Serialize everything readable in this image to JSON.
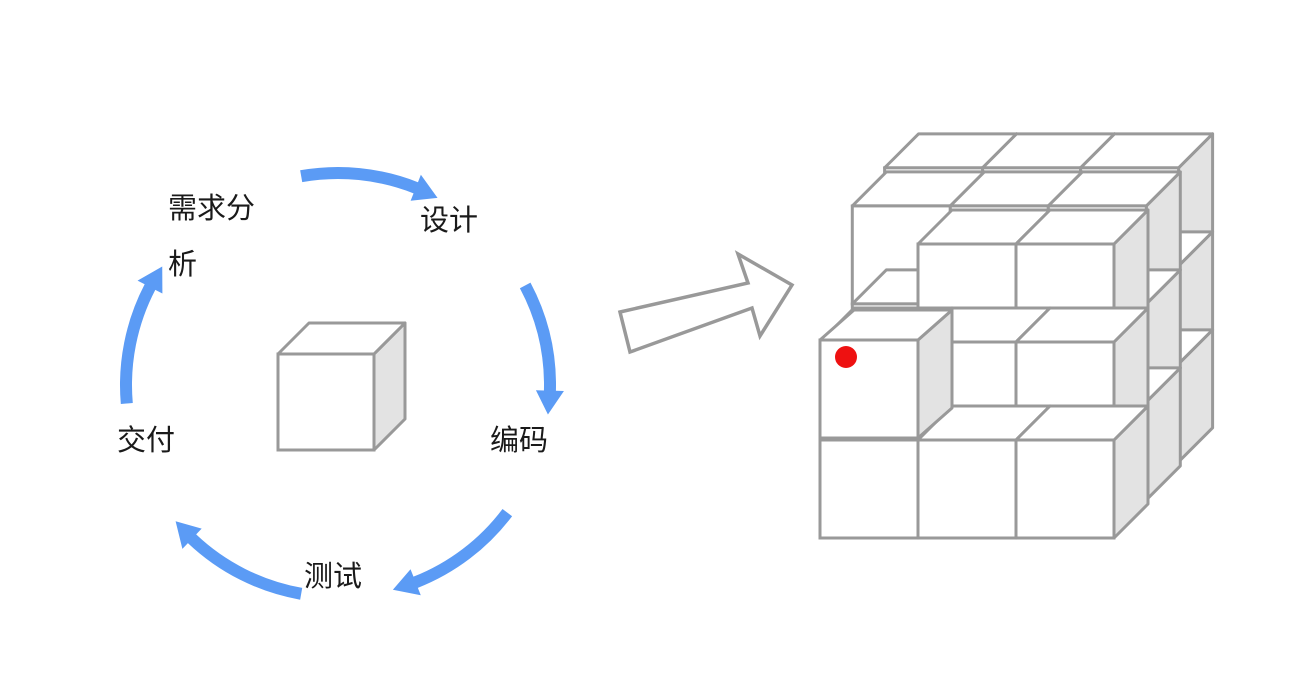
{
  "cycle": {
    "stages": [
      {
        "label": "需求分析"
      },
      {
        "label": "设计"
      },
      {
        "label": "编码"
      },
      {
        "label": "测试"
      },
      {
        "label": "交付"
      }
    ],
    "arrow_color": "#5b9bf5"
  },
  "colors": {
    "cube_stroke": "#999999",
    "cube_front": "#ffffff",
    "cube_side": "#e3e3e3",
    "marker": "#ee1111"
  }
}
